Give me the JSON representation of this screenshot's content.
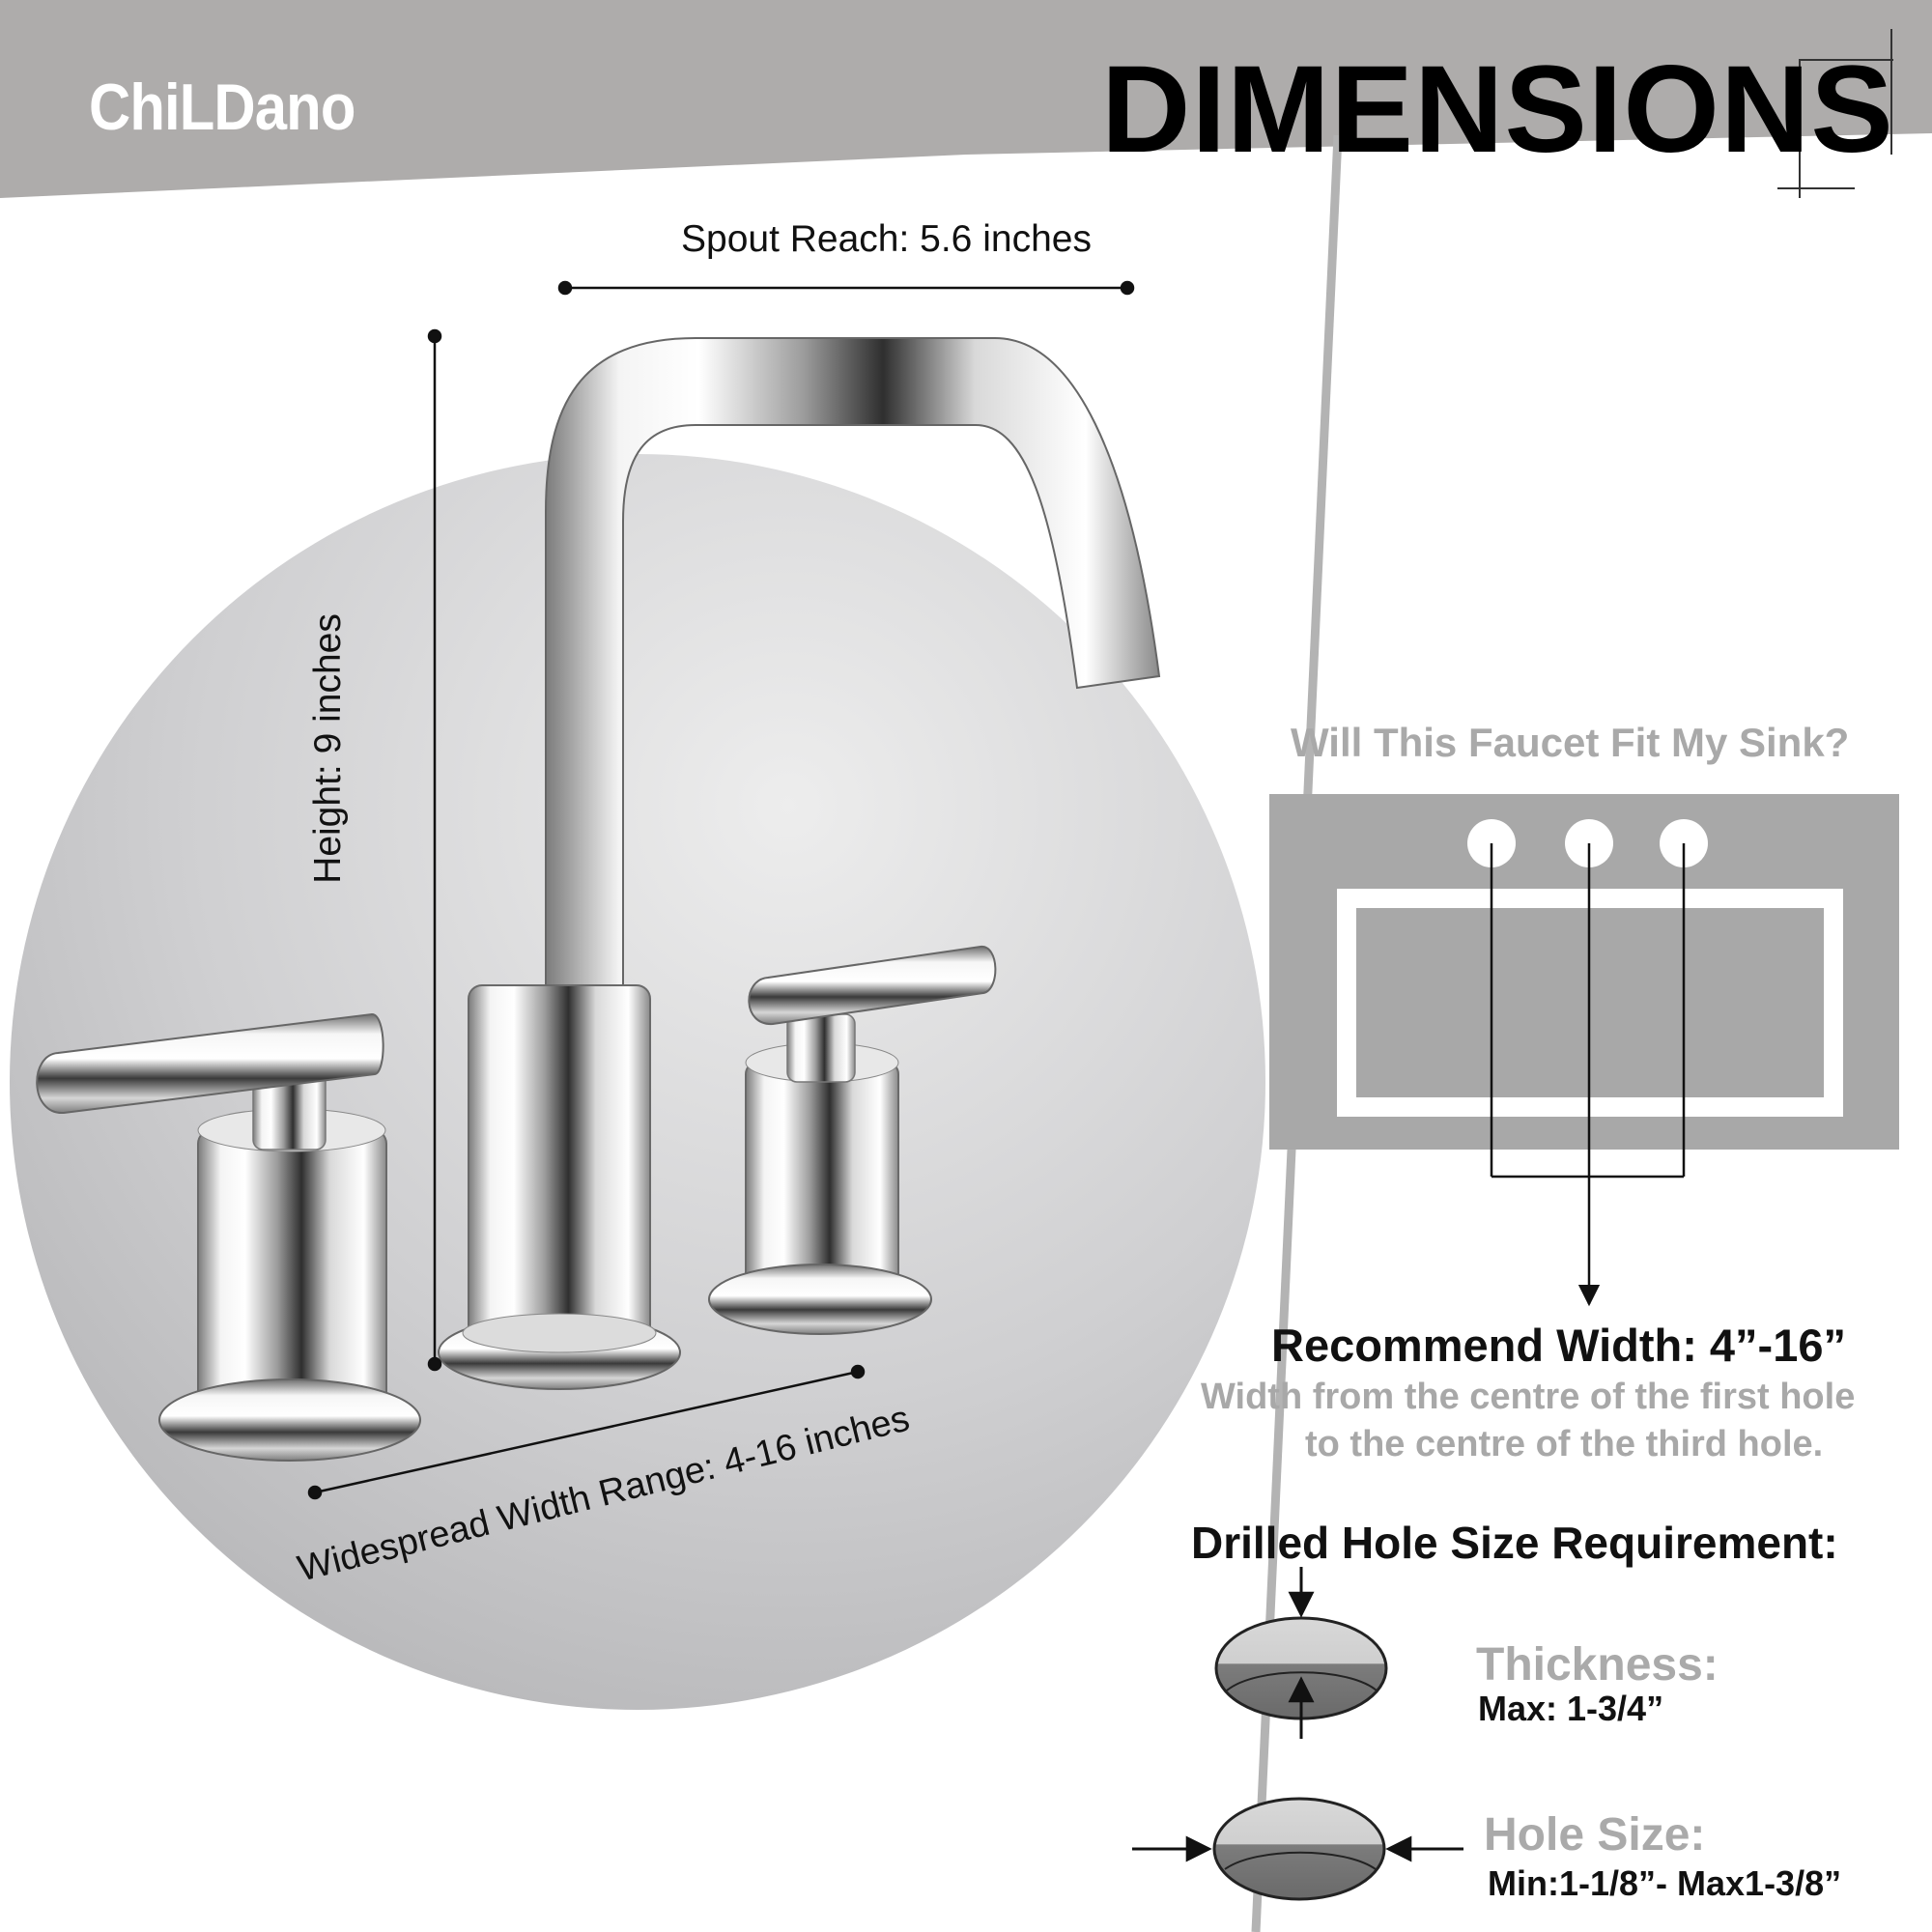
{
  "brand": "ChiLDano",
  "title": "DIMENSIONS",
  "dimensions": {
    "spout_reach": "Spout Reach: 5.6 inches",
    "height": "Height: 9 inches",
    "widespread": "Widespread Width Range: 4-16 inches"
  },
  "fit": {
    "question": "Will This Faucet Fit My Sink?",
    "recommend": "Recommend Width: 4”-16”",
    "note_line1": "Width from the centre of the first hole",
    "note_line2": "to the centre of the third hole."
  },
  "hole": {
    "heading": "Drilled Hole Size Requirement:",
    "thickness_title": "Thickness:",
    "thickness_value": "Max: 1-3/4”",
    "size_title": "Hole Size:",
    "size_value": "Min:1-1/8”- Max1-3/8”"
  },
  "colors": {
    "banner_gray": "#aeacab",
    "circle_gray": "#c6c6c8",
    "sink_gray": "#a8a8a8",
    "text_gray": "#a9a9a9"
  }
}
